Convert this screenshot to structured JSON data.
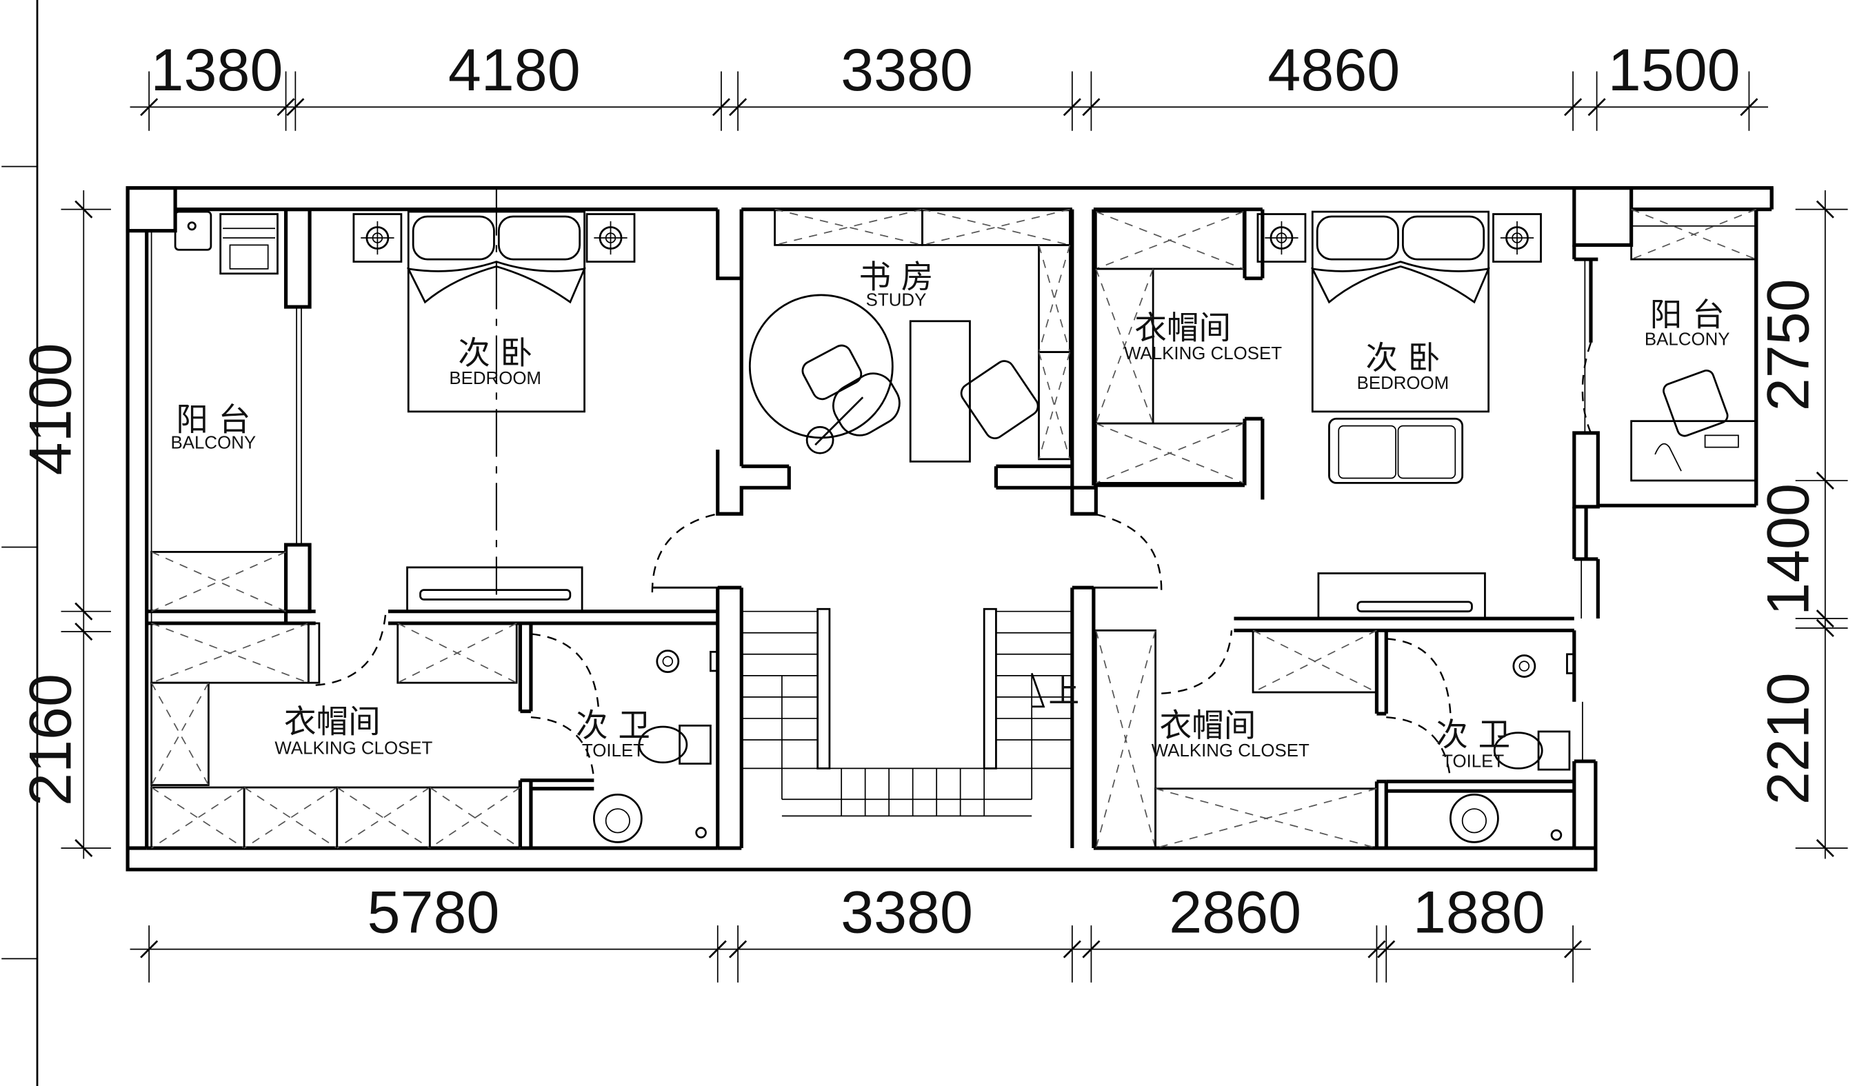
{
  "dimensions": {
    "top": [
      "1380",
      "4180",
      "3380",
      "4860",
      "1500"
    ],
    "bottom": [
      "5780",
      "3380",
      "2860",
      "1880"
    ],
    "left": [
      "4100",
      "2160"
    ],
    "right": [
      "2750",
      "1400",
      "2210"
    ]
  },
  "rooms": {
    "balcony_left": {
      "cn": "阳 台",
      "en": "BALCONY"
    },
    "bedroom_left": {
      "cn": "次 卧",
      "en": "BEDROOM"
    },
    "study": {
      "cn": "书 房",
      "en": "STUDY"
    },
    "closet_upper": {
      "cn": "衣帽间",
      "en": "WALKING CLOSET"
    },
    "bedroom_right": {
      "cn": "次 卧",
      "en": "BEDROOM"
    },
    "balcony_right": {
      "cn": "阳 台",
      "en": "BALCONY"
    },
    "closet_left": {
      "cn": "衣帽间",
      "en": "WALKING CLOSET"
    },
    "toilet_left": {
      "cn": "次 卫",
      "en": "TOILET"
    },
    "closet_right": {
      "cn": "衣帽间",
      "en": "WALKING CLOSET"
    },
    "toilet_right": {
      "cn": "次 卫",
      "en": "TOILET"
    }
  },
  "stair_label": "上"
}
